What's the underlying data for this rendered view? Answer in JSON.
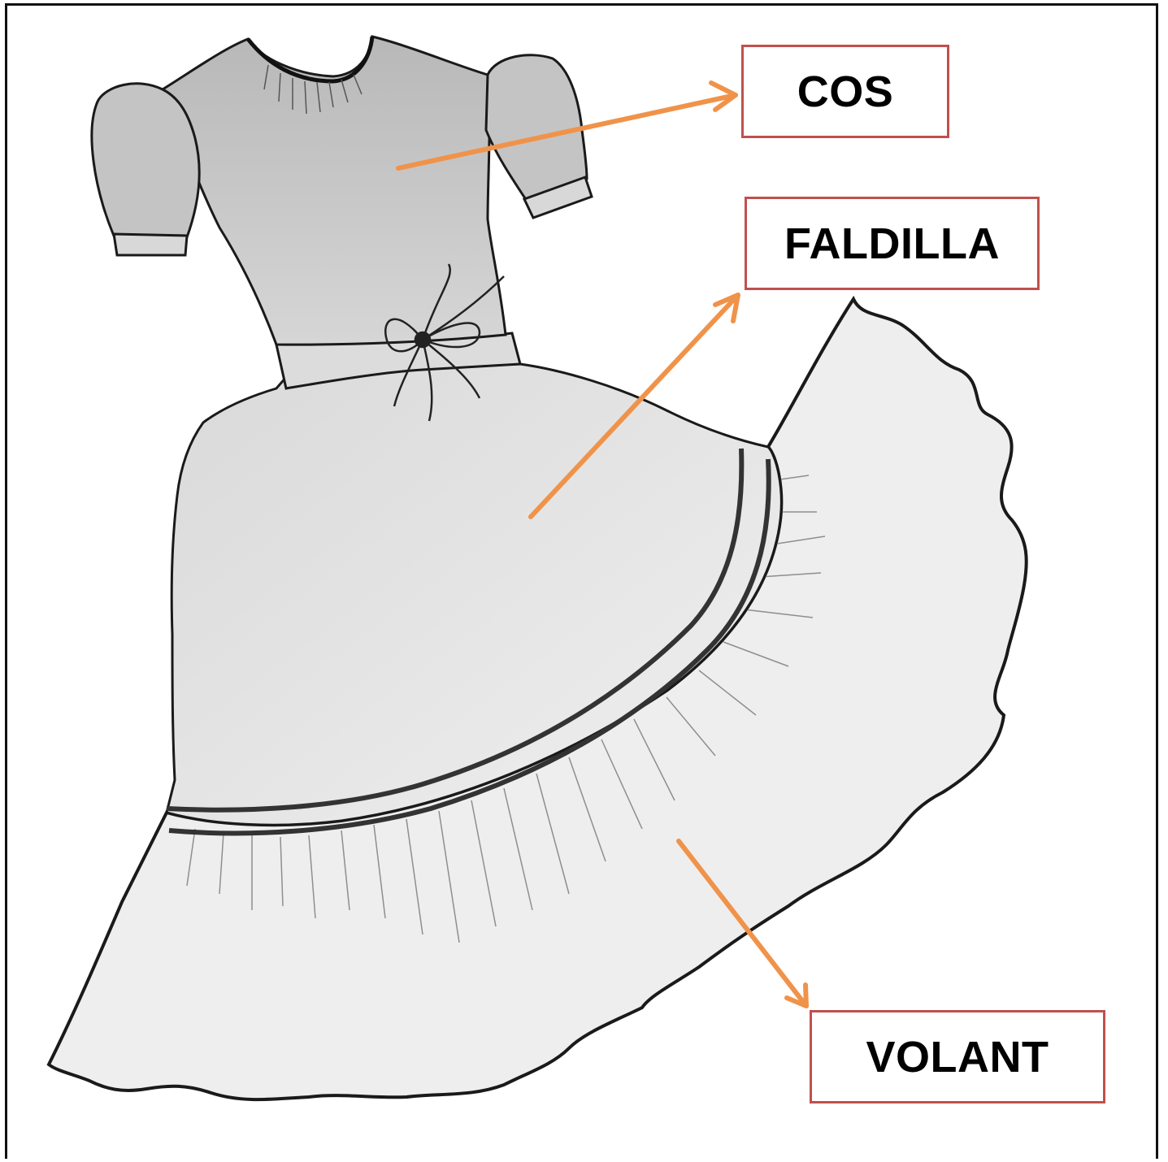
{
  "labels": {
    "cos": "COS",
    "faldilla": "FALDILLA",
    "volant": "VOLANT"
  },
  "colors": {
    "arrow": "#f0934a",
    "box_border": "#c0504d",
    "outline": "#1a1a1a",
    "bodice_fill": "#c4c4c4",
    "skirt_fill": "#e6e6e6",
    "flounce_fill": "#eeeeee"
  }
}
